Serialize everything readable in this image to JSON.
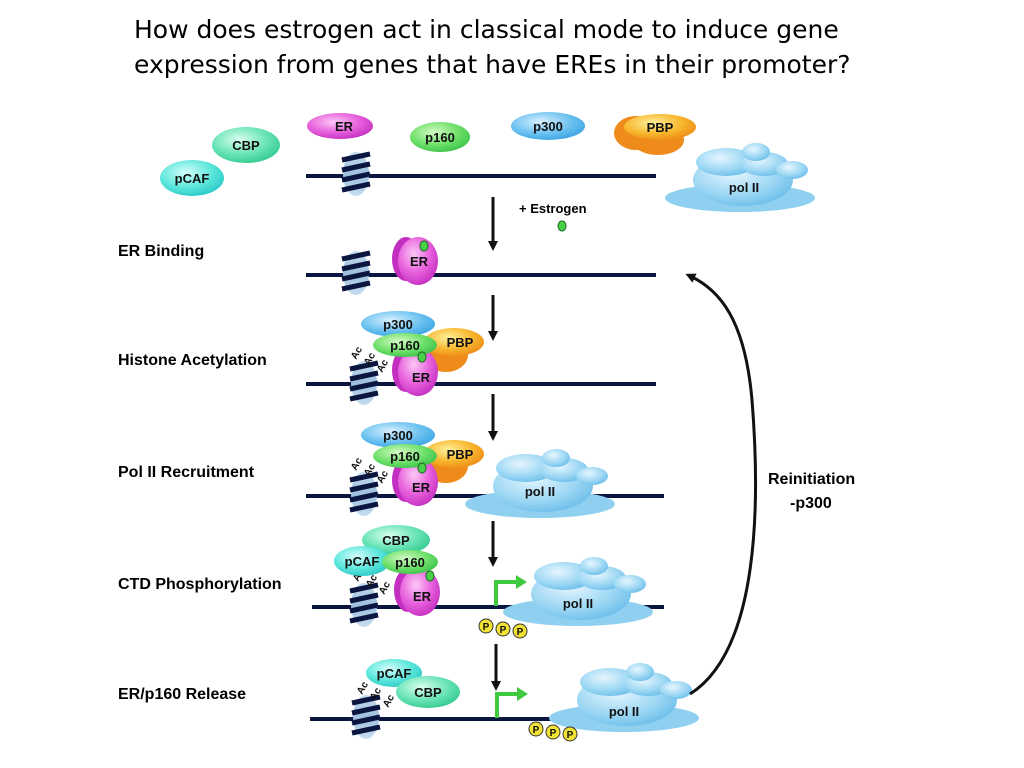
{
  "title": {
    "line1": "How does estrogen act in classical mode to induce gene",
    "line2": "expression from genes that have EREs in their promoter?"
  },
  "proteins": {
    "er": "ER",
    "p160": "p160",
    "p300": "p300",
    "pbp": "PBP",
    "cbp": "CBP",
    "pcaf": "pCAF",
    "pol2": "pol II",
    "acetyl": "Ac",
    "phospho": "P"
  },
  "estrogen_label": "+ Estrogen",
  "steps": {
    "er_binding": "ER Binding",
    "histone_acetylation": "Histone Acetylation",
    "pol2_recruitment": "Pol II Recruitment",
    "ctd_phosphorylation": "CTD Phosphorylation",
    "release": "ER/p160 Release"
  },
  "reinitiation": {
    "line1": "Reinitiation",
    "line2": "-p300"
  },
  "colors": {
    "er": "#e040d8",
    "p160": "#5ed85e",
    "p300": "#5ab8ec",
    "pbp": "#f39a1e",
    "cbp": "#58dfa8",
    "pcaf": "#46e3d6",
    "pol2": "#8fd0f0",
    "dna": "#0b1640",
    "arrow": "#111111",
    "promoter": "#3ec93e",
    "phospho": "#f2e233"
  }
}
